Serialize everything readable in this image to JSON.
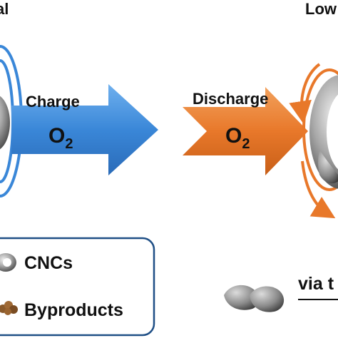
{
  "top_left_label": "al",
  "top_right_label": "Low",
  "left_arrow": {
    "label": "Charge",
    "gas": "O",
    "gas_subscript": "2"
  },
  "right_arrow": {
    "label": "Discharge",
    "gas": "O",
    "gas_subscript": "2"
  },
  "legend": {
    "items": [
      {
        "label": "CNCs"
      },
      {
        "label": "Byproducts"
      }
    ]
  },
  "caption_fragment": "via t",
  "colors": {
    "charge_arrow": "#3a87d8",
    "discharge_arrow": "#e8782a",
    "legend_border": "#1f4f86",
    "curved_arrows": "#e8782a",
    "blue_rings": "#3a87d8"
  }
}
